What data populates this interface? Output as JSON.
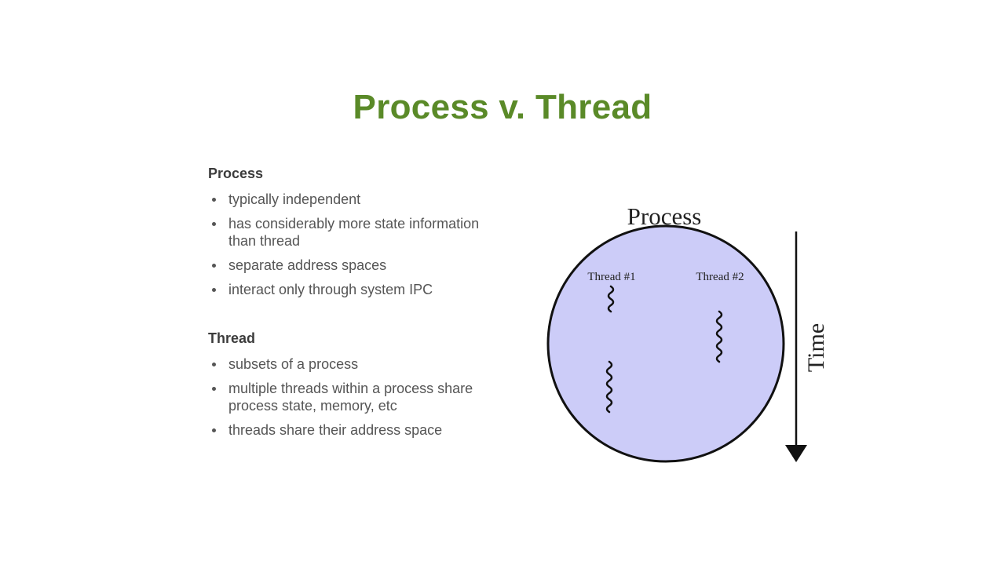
{
  "title": "Process v. Thread",
  "process_section": {
    "heading": "Process",
    "items": [
      "typically independent",
      "has considerably more state information than thread",
      "separate address spaces",
      "interact only through system IPC"
    ]
  },
  "thread_section": {
    "heading": "Thread",
    "items": [
      "subsets of a process",
      "multiple threads within a process share process state, memory, etc",
      "threads share their address space"
    ]
  },
  "diagram": {
    "process_label": "Process",
    "thread1_label": "Thread #1",
    "thread2_label": "Thread #2",
    "time_label": "Time",
    "colors": {
      "process_fill": "#ccccf8",
      "title": "#5a8a28"
    }
  }
}
